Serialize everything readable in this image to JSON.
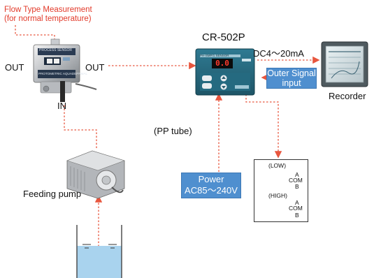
{
  "flow_type": {
    "title": "Flow Type Measurement",
    "subtitle": "(for normal temperature)"
  },
  "sensor": {
    "label_out_left": "OUT",
    "label_out_right": "OUT",
    "label_in": "IN",
    "panel_text_top": "PROCESS SENSOR",
    "panel_text_bottom": "PROTOMETRIC AQUADEPRMAL"
  },
  "controller": {
    "model": "CR-502P",
    "display_value": "0.0",
    "panel_header": "PH-SMP/1 SENSOR"
  },
  "signal": {
    "output_label": "DC4～20mA",
    "outer_signal_line1": "Outer Signal",
    "outer_signal_line2": "input"
  },
  "recorder": {
    "label": "Recorder"
  },
  "tube": {
    "label": "(PP tube)"
  },
  "power": {
    "line1": "Power",
    "line2": "AC85～240V"
  },
  "pump": {
    "label": "Feeding pump"
  },
  "relay": {
    "low_label": "(LOW)",
    "high_label": "(HIGH)",
    "terminals": [
      "A",
      "COM",
      "B"
    ]
  },
  "colors": {
    "flow_line": "#e8563e",
    "blue_box": "#4f8fcf",
    "water": "#a9d3ee",
    "red_text": "#e23a2a"
  }
}
